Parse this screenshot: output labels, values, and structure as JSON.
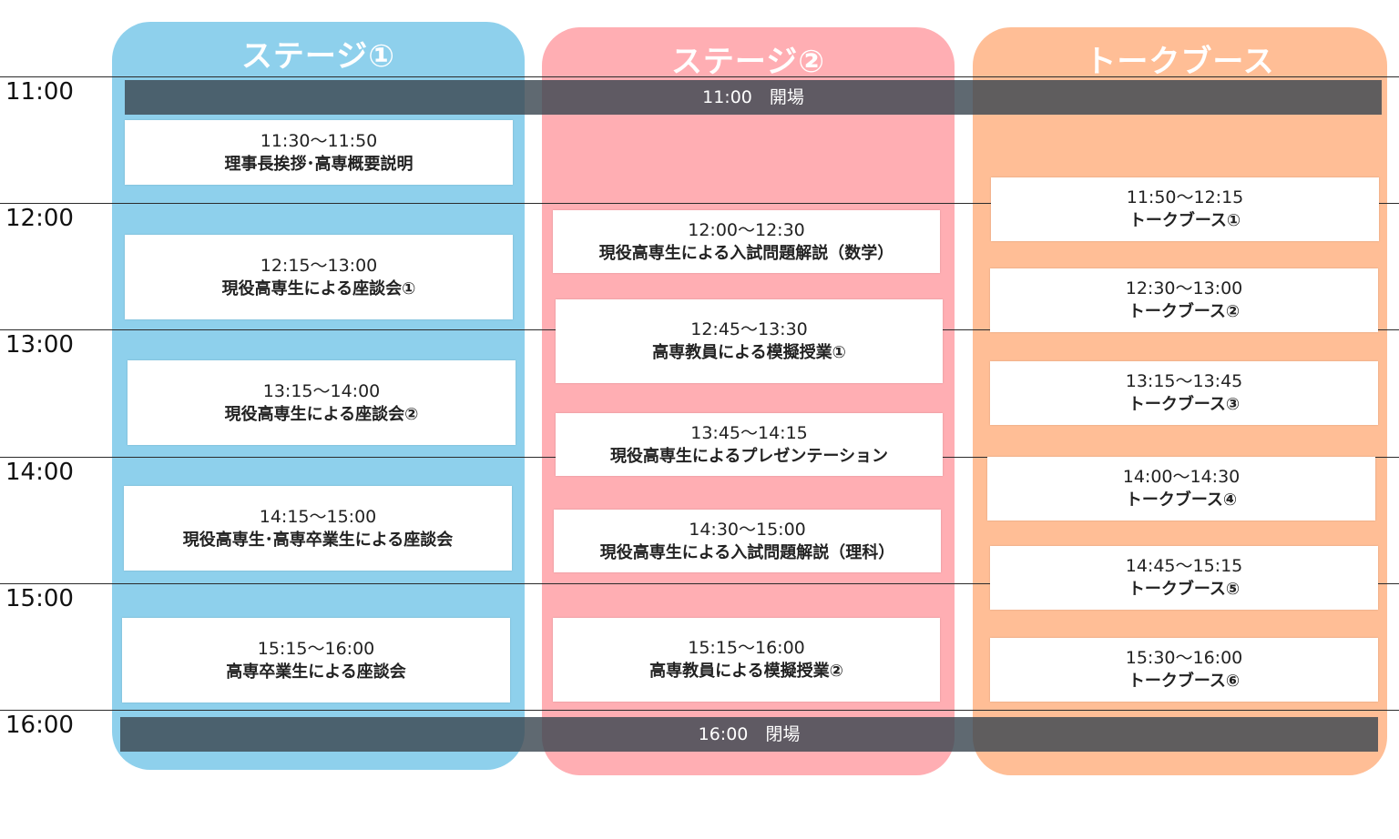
{
  "columns": [
    {
      "title": "ステージ①",
      "color": "#8ed0ec"
    },
    {
      "title": "ステージ②",
      "color": "#ffaeb3"
    },
    {
      "title": "トークブース",
      "color": "#ffbe96"
    }
  ],
  "time_labels": [
    "11:00",
    "12:00",
    "13:00",
    "14:00",
    "15:00",
    "16:00"
  ],
  "open_bar": "11:00　開場",
  "close_bar": "16:00　閉場",
  "stage1": [
    {
      "time": "11:30～11:50",
      "name": "理事長挨拶･高専概要説明"
    },
    {
      "time": "12:15～13:00",
      "name": "現役高専生による座談会①"
    },
    {
      "time": "13:15～14:00",
      "name": "現役高専生による座談会②"
    },
    {
      "time": "14:15～15:00",
      "name": "現役高専生･高専卒業生による座談会"
    },
    {
      "time": "15:15～16:00",
      "name": "高専卒業生による座談会"
    }
  ],
  "stage2": [
    {
      "time": "12:00～12:30",
      "name": "現役高専生による入試問題解説（数学）"
    },
    {
      "time": "12:45～13:30",
      "name": "高専教員による模擬授業①"
    },
    {
      "time": "13:45～14:15",
      "name": "現役高専生によるプレゼンテーション"
    },
    {
      "time": "14:30～15:00",
      "name": "現役高専生による入試問題解説（理科）"
    },
    {
      "time": "15:15～16:00",
      "name": "高専教員による模擬授業②"
    }
  ],
  "booth": [
    {
      "time": "11:50～12:15",
      "name": "トークブース①"
    },
    {
      "time": "12:30～13:00",
      "name": "トークブース②"
    },
    {
      "time": "13:15～13:45",
      "name": "トークブース③"
    },
    {
      "time": "14:00～14:30",
      "name": "トークブース④"
    },
    {
      "time": "14:45～15:15",
      "name": "トークブース⑤"
    },
    {
      "time": "15:30～16:00",
      "name": "トークブース⑥"
    }
  ]
}
